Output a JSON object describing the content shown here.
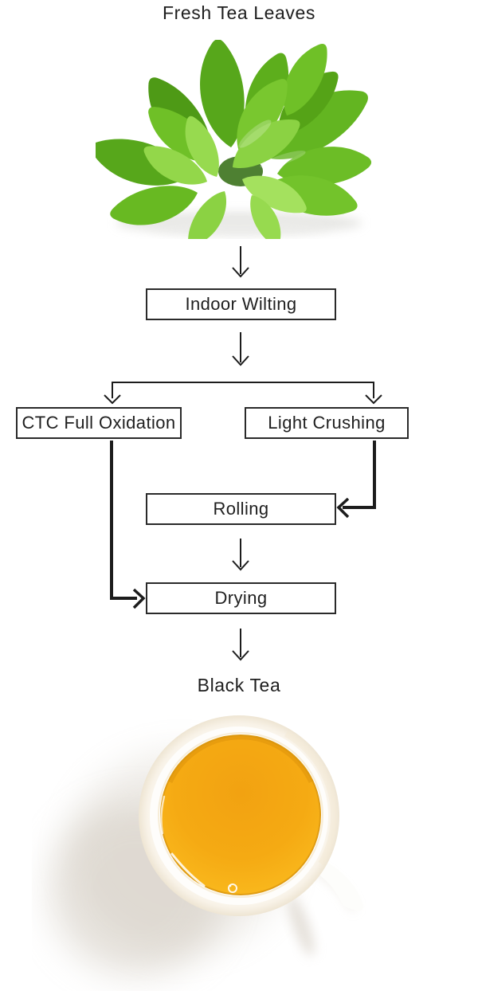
{
  "flowchart": {
    "title": "Fresh Tea Leaves",
    "nodes": [
      {
        "id": "indoor-wilting",
        "label": "Indoor Wilting"
      },
      {
        "id": "ctc-full-oxidation",
        "label": "CTC Full Oxidation"
      },
      {
        "id": "light-crushing",
        "label": "Light Crushing"
      },
      {
        "id": "rolling",
        "label": "Rolling"
      },
      {
        "id": "drying",
        "label": "Drying"
      }
    ],
    "result": {
      "label": "Black Tea"
    },
    "edges": [
      {
        "from": "Fresh Tea Leaves",
        "to": "Indoor Wilting"
      },
      {
        "from": "Indoor Wilting",
        "to": "CTC Full Oxidation"
      },
      {
        "from": "Indoor Wilting",
        "to": "Light Crushing"
      },
      {
        "from": "Light Crushing",
        "to": "Rolling"
      },
      {
        "from": "Rolling",
        "to": "Drying"
      },
      {
        "from": "CTC Full Oxidation",
        "to": "Drying"
      },
      {
        "from": "Drying",
        "to": "Black Tea"
      }
    ],
    "images": [
      {
        "name": "fresh-tea-leaves-photo",
        "description": "Pile of fresh green tea leaves"
      },
      {
        "name": "black-tea-cup-photo",
        "description": "Top view of a white cup filled with orange-amber black tea"
      }
    ],
    "colors": {
      "line": "#1c1c1c",
      "box_border": "#2a2a2a",
      "text": "#1e1e1e",
      "leaf_green": "#6fbf2b",
      "tea_orange": "#f6ab13",
      "background": "#ffffff"
    }
  }
}
